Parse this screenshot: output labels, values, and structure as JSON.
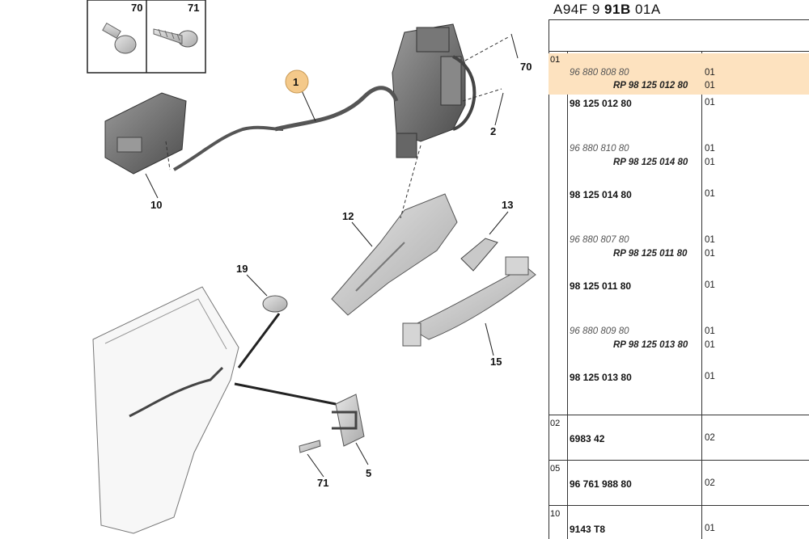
{
  "diagram": {
    "callouts": [
      "1",
      "2",
      "5",
      "10",
      "12",
      "13",
      "15",
      "19",
      "70",
      "71",
      "71",
      "70"
    ],
    "boxes": [
      {
        "label": "70"
      },
      {
        "label": "71"
      }
    ]
  },
  "panel": {
    "title_prefix": "A94F 9 ",
    "title_bold": "91B",
    "title_suffix": " 01A",
    "groups": [
      {
        "id": "01",
        "rows": [
          {
            "ref": "96 880 808 80",
            "style": "old",
            "qty": "01"
          },
          {
            "ref": "RP 98 125 012 80",
            "style": "rp",
            "qty": "01"
          },
          {
            "ref": "98 125 012 80",
            "style": "cur",
            "qty": "01"
          },
          {
            "ref": "96 880 810 80",
            "style": "old",
            "qty": "01"
          },
          {
            "ref": "RP 98 125 014 80",
            "style": "rp",
            "qty": "01"
          },
          {
            "ref": "98 125 014 80",
            "style": "cur",
            "qty": "01"
          },
          {
            "ref": "96 880 807 80",
            "style": "old",
            "qty": "01"
          },
          {
            "ref": "RP 98 125 011 80",
            "style": "rp",
            "qty": "01"
          },
          {
            "ref": "98 125 011 80",
            "style": "cur",
            "qty": "01"
          },
          {
            "ref": "96 880 809 80",
            "style": "old",
            "qty": "01"
          },
          {
            "ref": "RP 98 125 013 80",
            "style": "rp",
            "qty": "01"
          },
          {
            "ref": "98 125 013 80",
            "style": "cur",
            "qty": "01"
          }
        ]
      },
      {
        "id": "02",
        "rows": [
          {
            "ref": "6983 42",
            "style": "cur",
            "qty": "02"
          }
        ]
      },
      {
        "id": "05",
        "rows": [
          {
            "ref": "96 761 988 80",
            "style": "cur",
            "qty": "02"
          }
        ]
      },
      {
        "id": "10",
        "rows": [
          {
            "ref": "9143 T8",
            "style": "cur",
            "qty": "01"
          }
        ]
      }
    ]
  }
}
